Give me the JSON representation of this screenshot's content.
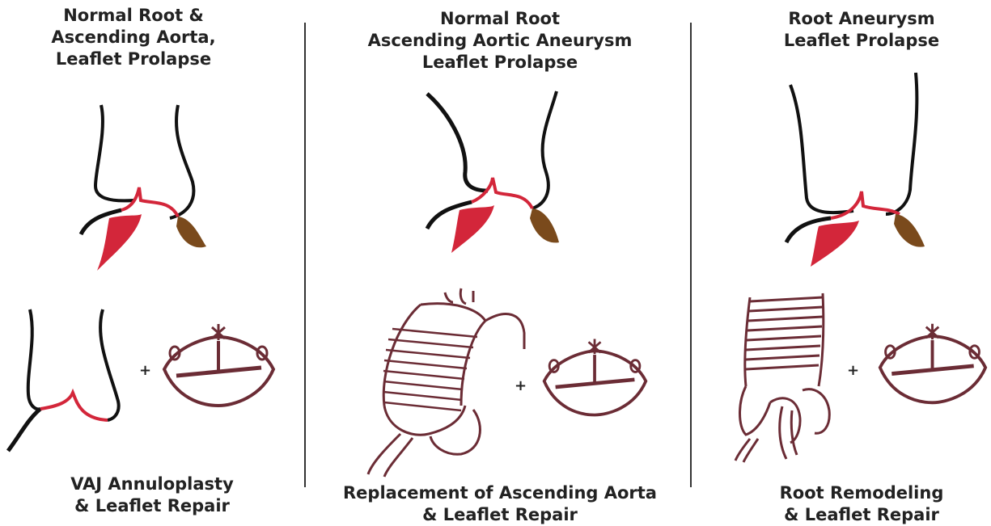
{
  "panels": [
    {
      "title_lines": [
        "Normal Root &",
        "Ascending Aorta,",
        "Leaflet Prolapse"
      ],
      "caption_lines": [
        "VAJ Annuloplasty",
        "& Leaflet Repair"
      ],
      "plus": "+"
    },
    {
      "title_lines": [
        "Normal Root",
        "Ascending Aortic Aneurysm",
        "Leaflet Prolapse"
      ],
      "caption_lines": [
        "Replacement of Ascending Aorta",
        "& Leaflet Repair"
      ],
      "plus": "+"
    },
    {
      "title_lines": [
        "Root Aneurysm",
        "Leaflet Prolapse"
      ],
      "caption_lines": [
        "Root Remodeling",
        "& Leaflet Repair"
      ],
      "plus": "+"
    }
  ],
  "colors": {
    "outline": "#111111",
    "leaflet_red": "#d3263a",
    "leaflet_brown": "#7a4a1c",
    "repair_line": "#6b2c35"
  }
}
